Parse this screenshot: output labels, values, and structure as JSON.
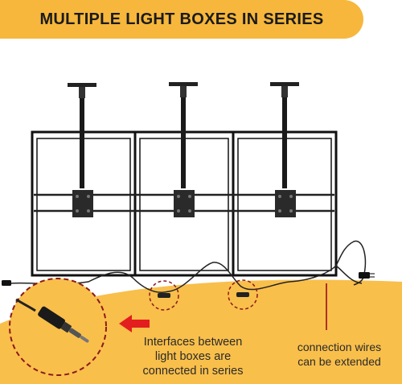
{
  "banner": {
    "title": "MULTIPLE LIGHT BOXES IN SERIES"
  },
  "captions": {
    "left": "Interfaces between\nlight boxes are\nconnected in series",
    "right": "connection wires\ncan be extended"
  },
  "colors": {
    "banner": "#f6b73c",
    "band": "#f9bf4b",
    "arrow": "#e31e1e",
    "callout_circle": "#8b1a1a",
    "frame": "#111111"
  },
  "icons": {
    "arrow": "left-arrow-icon",
    "connector": "plug-connector-icon"
  }
}
